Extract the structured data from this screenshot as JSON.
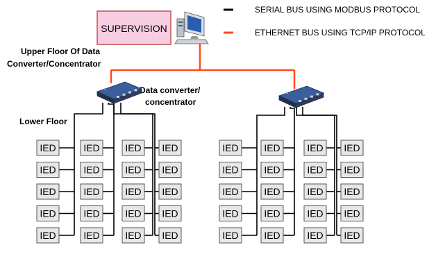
{
  "supervision": {
    "label": "SUPERVISION"
  },
  "legend": {
    "items": [
      {
        "text": "SERIAL BUS USING MODBUS PROTOCOL",
        "color": "#000000"
      },
      {
        "text": "ETHERNET BUS USING TCP/IP PROTOCOL",
        "color": "#ff4a1a"
      }
    ]
  },
  "labels": {
    "upper_floor_line1": "Upper Floor Of Data",
    "upper_floor_line2": "Converter/Concentrator",
    "converter_line1": "Data converter/",
    "converter_line2": "concentrator",
    "lower_floor": "Lower Floor"
  },
  "ied": {
    "label": "IED",
    "rows": 5,
    "columns_per_group": 4,
    "groups": 2
  },
  "colors": {
    "ethernet": "#ff4a1a",
    "serial": "#000000",
    "supervision_fill": "#f7cde2",
    "supervision_border": "#c0504d",
    "ied_fill": "#e7e7e7",
    "ied_border": "#555555"
  }
}
